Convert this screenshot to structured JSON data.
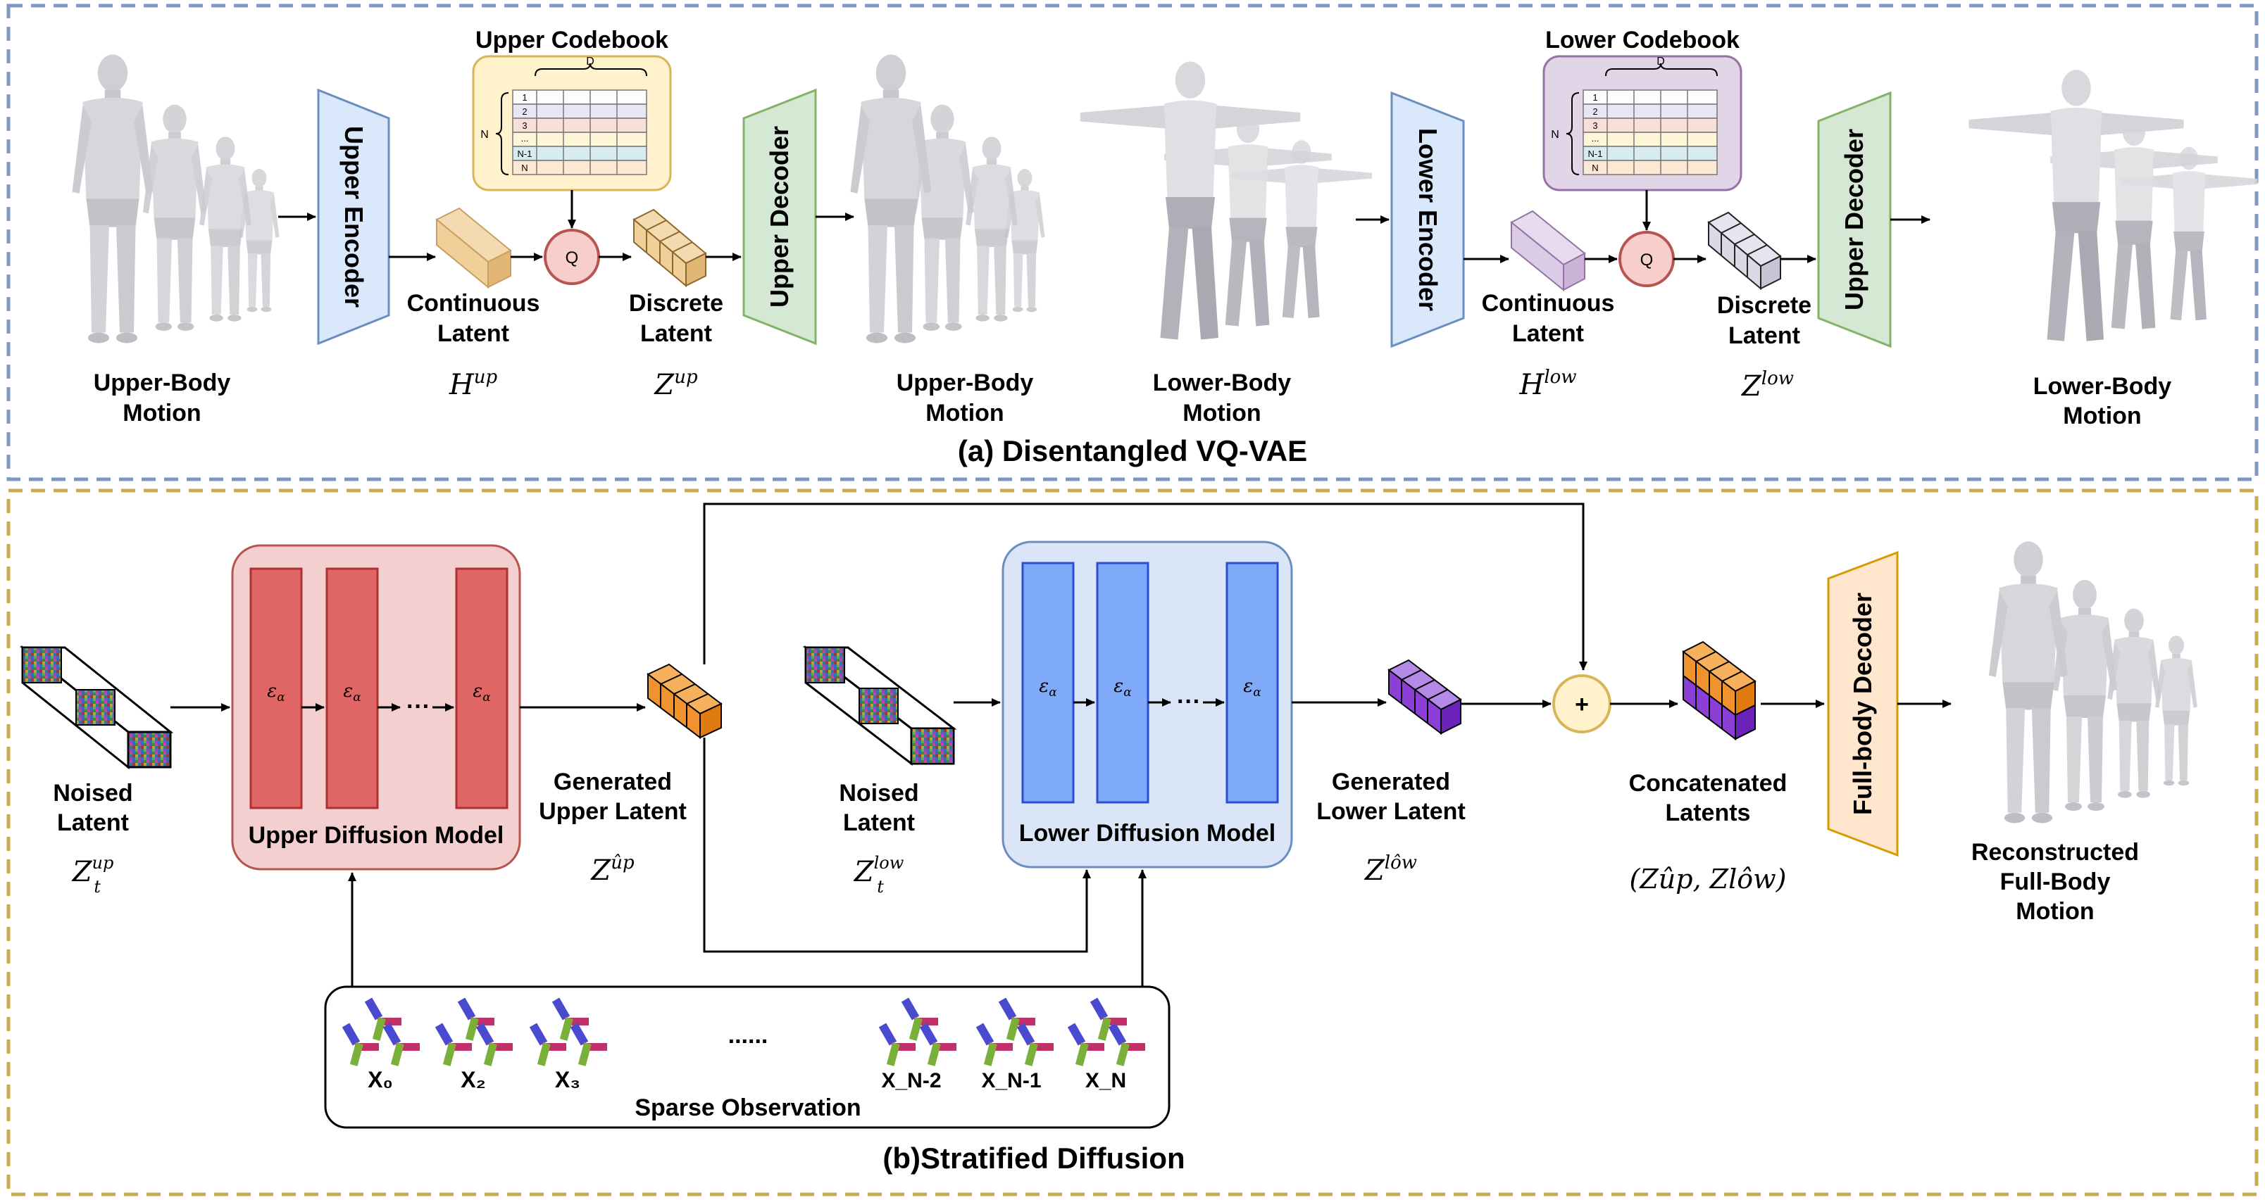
{
  "panel_a": {
    "title": "(a) Disentangled VQ-VAE",
    "upper": {
      "codebook_title": "Upper Codebook",
      "codebook_dim": "D",
      "codebook_n": "N",
      "codebook_rows": [
        "1",
        "2",
        "3",
        "...",
        "N-1",
        "N"
      ],
      "input_label_1": "Upper-Body",
      "input_label_2": "Motion",
      "encoder": "Upper Encoder",
      "quantizer": "Q",
      "continuous_1": "Continuous",
      "continuous_2": "Latent",
      "continuous_symbol": "H",
      "continuous_sup": "up",
      "discrete_1": "Discrete",
      "discrete_2": "Latent",
      "discrete_symbol": "Z",
      "discrete_sup": "up",
      "decoder": "Upper Decoder",
      "output_label_1": "Upper-Body",
      "output_label_2": "Motion"
    },
    "lower": {
      "codebook_title": "Lower Codebook",
      "codebook_dim": "D",
      "codebook_n": "N",
      "codebook_rows": [
        "1",
        "2",
        "3",
        "...",
        "N-1",
        "N"
      ],
      "input_label_1": "Lower-Body",
      "input_label_2": "Motion",
      "encoder": "Lower Encoder",
      "quantizer": "Q",
      "continuous_1": "Continuous",
      "continuous_2": "Latent",
      "continuous_symbol": "H",
      "continuous_sup": "low",
      "discrete_1": "Discrete",
      "discrete_2": "Latent",
      "discrete_symbol": "Z",
      "discrete_sup": "low",
      "decoder": "Upper Decoder",
      "output_label_1": "Lower-Body",
      "output_label_2": "Motion"
    }
  },
  "panel_b": {
    "title": "(b)Stratified Diffusion",
    "upper_noised_1": "Noised",
    "upper_noised_2": "Latent",
    "upper_noised_symbol": "Z",
    "upper_noised_sup": "up",
    "upper_noised_sub": "t",
    "upper_model": "Upper Diffusion Model",
    "eps": "ε",
    "eps_sub": "α",
    "dots": "···",
    "gen_upper_1": "Generated",
    "gen_upper_2": "Upper Latent",
    "gen_upper_symbol": "Z",
    "gen_upper_sup": "ûp",
    "lower_noised_1": "Noised",
    "lower_noised_2": "Latent",
    "lower_noised_symbol": "Z",
    "lower_noised_sup": "low",
    "lower_noised_sub": "t",
    "lower_model": "Lower Diffusion Model",
    "gen_lower_1": "Generated",
    "gen_lower_2": "Lower Latent",
    "gen_lower_symbol": "Z",
    "gen_lower_sup": "lôw",
    "plus": "+",
    "concat_1": "Concatenated",
    "concat_2": "Latents",
    "concat_formula": "(Zûp, Zlôw)",
    "decoder": "Full-body Decoder",
    "recon_1": "Reconstructed",
    "recon_2": "Full-Body",
    "recon_3": "Motion",
    "sparse_title": "Sparse Observation",
    "sparse_labels": [
      "X₀",
      "X₂",
      "X₃",
      "X_N-2",
      "X_N-1",
      "X_N"
    ],
    "sparse_dots": "......"
  },
  "colors": {
    "frame_a": "#7f97c2",
    "frame_b": "#c9ad55",
    "encoder_fill": "#dae8fc",
    "encoder_stroke": "#6c8ebf",
    "decoder_fill": "#d5e8d4",
    "decoder_stroke": "#82b366",
    "upper_codebook_fill": "#fff2cc",
    "upper_codebook_stroke": "#d6b656",
    "lower_codebook_fill": "#e1d5e7",
    "lower_codebook_stroke": "#9673a6",
    "quantizer_fill": "#f8cecc",
    "quantizer_stroke": "#b85450",
    "upper_diffusion_fill": "#f3d0cf",
    "upper_diffusion_block": "#e06666",
    "lower_diffusion_fill": "#dae6f7",
    "lower_diffusion_block": "#7eaaf9",
    "fullbody_decoder_fill": "#ffe6cc",
    "fullbody_decoder_stroke": "#d79b00",
    "latent_orange": "#ee8e24",
    "latent_purple": "#8c3fd6"
  }
}
